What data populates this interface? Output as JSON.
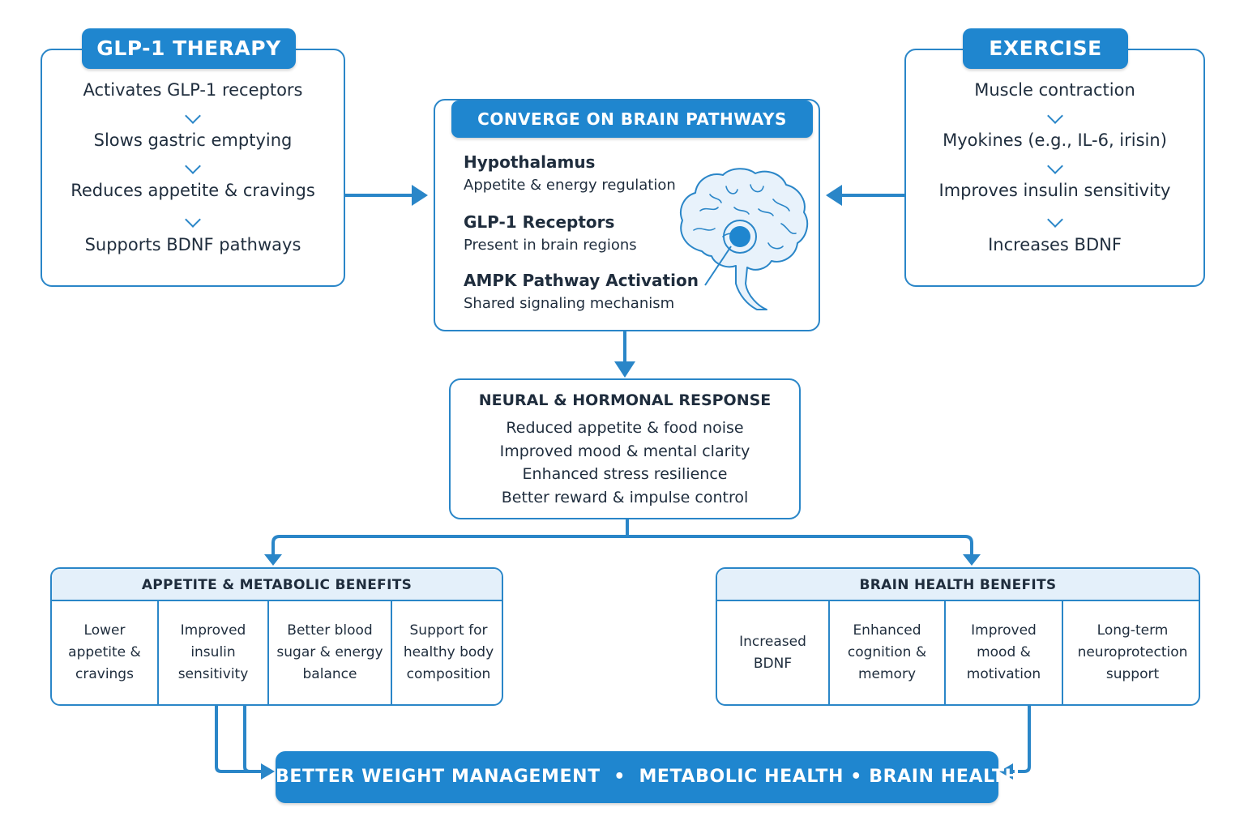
{
  "colors": {
    "accent": "#1f86cf",
    "border": "#2a86c8",
    "text": "#1f2d3d",
    "header_fill": "#e4f0fa"
  },
  "glp1": {
    "title": "GLP-1 THERAPY",
    "steps": [
      "Activates GLP-1 receptors",
      "Slows gastric emptying",
      "Reduces appetite & cravings",
      "Supports BDNF pathways"
    ]
  },
  "exercise": {
    "title": "EXERCISE",
    "steps": [
      "Muscle contraction",
      "Myokines (e.g., IL-6, irisin)",
      "Improves insulin sensitivity",
      "Increases BDNF"
    ]
  },
  "brain_pathways": {
    "title": "CONVERGE ON BRAIN PATHWAYS",
    "items": [
      {
        "title": "Hypothalamus",
        "subtitle": "Appetite & energy regulation"
      },
      {
        "title": "GLP-1 Receptors",
        "subtitle": "Present in brain regions"
      },
      {
        "title": "AMPK Pathway Activation",
        "subtitle": "Shared signaling mechanism"
      }
    ],
    "icon": "brain-icon"
  },
  "response": {
    "title": "NEURAL & HORMONAL RESPONSE",
    "lines": [
      "Reduced appetite & food noise",
      "Improved mood & mental clarity",
      "Enhanced stress resilience",
      "Better reward & impulse control"
    ]
  },
  "appetite_benefits": {
    "title": "APPETITE & METABOLIC BENEFITS",
    "cells": [
      [
        "Lower",
        "appetite &",
        "cravings"
      ],
      [
        "Improved",
        "insulin",
        "sensitivity"
      ],
      [
        "Better blood",
        "sugar & energy",
        "balance"
      ],
      [
        "Support for",
        "healthy body",
        "composition"
      ]
    ]
  },
  "brain_benefits": {
    "title": "BRAIN HEALTH BENEFITS",
    "cells": [
      [
        "Increased",
        "BDNF"
      ],
      [
        "Enhanced",
        "cognition &",
        "memory"
      ],
      [
        "Improved",
        "mood &",
        "motivation"
      ],
      [
        "Long-term",
        "neuroprotection",
        "support"
      ]
    ]
  },
  "outcome": {
    "label": "BETTER WEIGHT MANAGEMENT  •  METABOLIC HEALTH • BRAIN HEALTH"
  }
}
